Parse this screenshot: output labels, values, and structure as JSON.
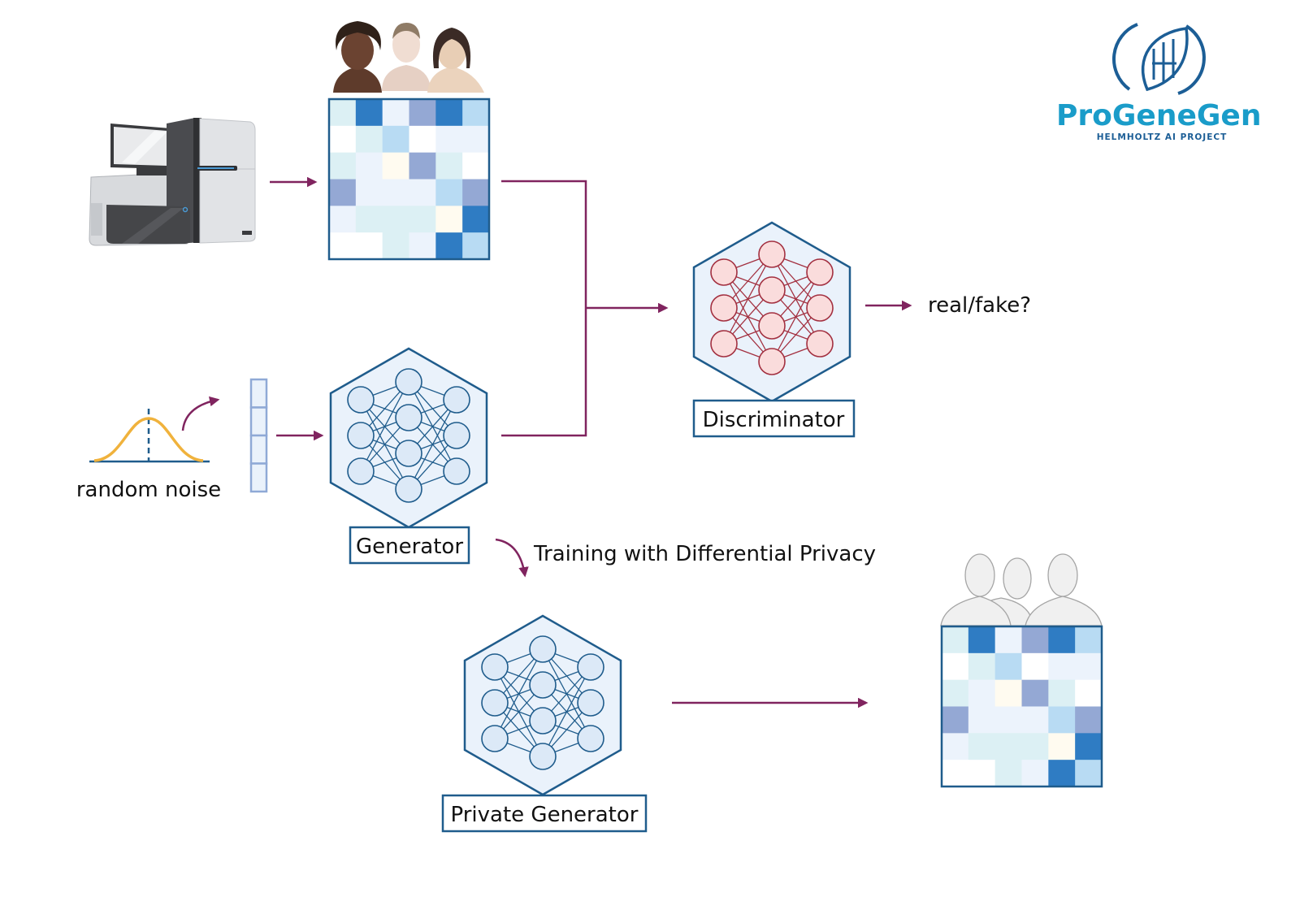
{
  "logo": {
    "name": "ProGeneGen",
    "subtitle": "HELMHOLTZ AI PROJECT",
    "color": "#1a9cc9",
    "icon_color": "#1c5e96"
  },
  "colors": {
    "arrow": "#80245f",
    "box_border": "#1f5c8c",
    "hex_fill": "#eaf2fb",
    "gen_node_fill": "#dce9f7",
    "gen_node_stroke": "#1f5c8c",
    "disc_node_fill": "#fadcdc",
    "disc_node_stroke": "#a33040",
    "noise_curve": "#f0b23c",
    "noise_axis": "#1f5c8c",
    "vector_fill": "#eaf2fb",
    "vector_stroke": "#8fa9d6"
  },
  "labels": {
    "random_noise": "random noise",
    "generator": "Generator",
    "discriminator": "Discriminator",
    "real_fake": "real/fake?",
    "training_dp": "Training with Differential Privacy",
    "private_generator": "Private Generator"
  },
  "icons": {
    "sequencer": "dna-sequencer-machine-icon",
    "people_real": "real-individuals-icon",
    "people_synthetic": "anonymous-individuals-icon",
    "neural_net": "neural-network-icon",
    "gaussian": "gaussian-distribution-icon"
  },
  "matrix": {
    "palette": {
      "w": "#ffffff",
      "c": "#dcf0f4",
      "p": "#ecf3fc",
      "l": "#b8dbf3",
      "m": "#94a8d4",
      "d": "#2f7cc3",
      "y": "#fffbf0"
    },
    "rows": [
      [
        "c",
        "d",
        "p",
        "m",
        "d",
        "l"
      ],
      [
        "w",
        "c",
        "l",
        "w",
        "p",
        "p"
      ],
      [
        "c",
        "p",
        "y",
        "m",
        "c",
        "w"
      ],
      [
        "m",
        "p",
        "p",
        "p",
        "l",
        "m"
      ],
      [
        "p",
        "c",
        "c",
        "c",
        "y",
        "d"
      ],
      [
        "w",
        "w",
        "c",
        "p",
        "d",
        "l"
      ]
    ]
  },
  "noise_vector_cells": 4,
  "network": {
    "layers": [
      3,
      4,
      3
    ]
  }
}
